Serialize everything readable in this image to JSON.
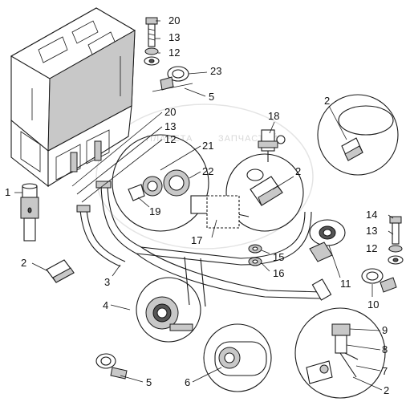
{
  "watermark": {
    "left": "ПЛАНЕТА",
    "right": "ЗАПЧАСТЕЙ"
  },
  "callouts": [
    {
      "id": "c20a",
      "text": "20"
    },
    {
      "id": "c13a",
      "text": "13"
    },
    {
      "id": "c12a",
      "text": "12"
    },
    {
      "id": "c23",
      "text": "23"
    },
    {
      "id": "c5a",
      "text": "5"
    },
    {
      "id": "c20b",
      "text": "20"
    },
    {
      "id": "c13b",
      "text": "13"
    },
    {
      "id": "c12b",
      "text": "12"
    },
    {
      "id": "c21",
      "text": "21"
    },
    {
      "id": "c22",
      "text": "22"
    },
    {
      "id": "c19",
      "text": "19"
    },
    {
      "id": "c18",
      "text": "18"
    },
    {
      "id": "c2a",
      "text": "2"
    },
    {
      "id": "c2b",
      "text": "2"
    },
    {
      "id": "c1",
      "text": "1"
    },
    {
      "id": "c2c",
      "text": "2"
    },
    {
      "id": "c3",
      "text": "3"
    },
    {
      "id": "c17",
      "text": "17"
    },
    {
      "id": "c15",
      "text": "15"
    },
    {
      "id": "c16",
      "text": "16"
    },
    {
      "id": "c14",
      "text": "14"
    },
    {
      "id": "c13c",
      "text": "13"
    },
    {
      "id": "c12c",
      "text": "12"
    },
    {
      "id": "c11",
      "text": "11"
    },
    {
      "id": "c10",
      "text": "10"
    },
    {
      "id": "c4",
      "text": "4"
    },
    {
      "id": "c5b",
      "text": "5"
    },
    {
      "id": "c6",
      "text": "6"
    },
    {
      "id": "c9",
      "text": "9"
    },
    {
      "id": "c8",
      "text": "8"
    },
    {
      "id": "c7",
      "text": "7"
    },
    {
      "id": "c2d",
      "text": "2"
    }
  ]
}
